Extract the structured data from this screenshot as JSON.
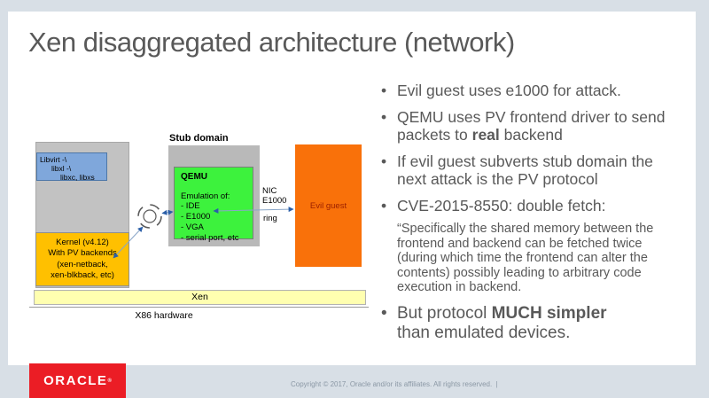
{
  "slide": {
    "title": "Xen disaggregated architecture (network)",
    "bullet_char": "•"
  },
  "diagram": {
    "libvirt_box": {
      "line1": "Libvirt -\\",
      "line2": "libxl -\\",
      "line3": "libxc, libxs"
    },
    "kernel_box": {
      "line1": "Kernel (v4.12)",
      "line2": "With PV backends",
      "line3": "(xen-netback,",
      "line4": "xen-blkback, etc)"
    },
    "stub_domain_label": "Stub domain",
    "qemu_box": {
      "title": "QEMU",
      "line1": "Emulation of:",
      "line2": "- IDE",
      "line3": "- E1000",
      "line4": "- VGA",
      "line5": "- serial port, etc"
    },
    "evil_guest_label": "Evil guest",
    "nic_line1": "NIC",
    "nic_line2": "E1000",
    "ring_label": "ring",
    "xen_bar_label": "Xen",
    "hardware_label": "X86 hardware",
    "colors": {
      "libvirt_blue": "#7FA7DB",
      "kernel_gold": "#FFC000",
      "qemu_green": "#3DF23D",
      "evil_guest_orange": "#F9710A",
      "evil_guest_text": "#9C2000",
      "xen_yellow": "#FFFFB0",
      "domain_gray": "#C2C2C2",
      "arrow_blue": "#2B5FA8"
    }
  },
  "bullets": {
    "b1": "Evil guest uses e1000 for attack.",
    "b2_line1": "QEMU uses PV frontend driver to send",
    "b2_line2_pre": "packets to ",
    "b2_line2_bold": "real",
    "b2_line2_post": " backend",
    "b3_line1": "If evil guest subverts stub domain the",
    "b3_line2": "next attack is the PV protocol",
    "b4": "CVE-2015-8550: double fetch:",
    "quote_line1": "“Specifically the shared memory between the",
    "quote_line2": "frontend and backend can be fetched twice",
    "quote_line3": "(during which time the frontend can alter the",
    "quote_line4": "contents) possibly leading to arbitrary code",
    "quote_line5": "execution in backend.",
    "b5_pre": "But protocol ",
    "b5_bold": "MUCH simpler",
    "b5_line2": "than emulated devices."
  },
  "footer": {
    "logo_text": "ORACLE",
    "logo_mark": "®",
    "copyright": "Copyright © 2017, Oracle and/or its affiliates. All rights reserved.  |"
  }
}
